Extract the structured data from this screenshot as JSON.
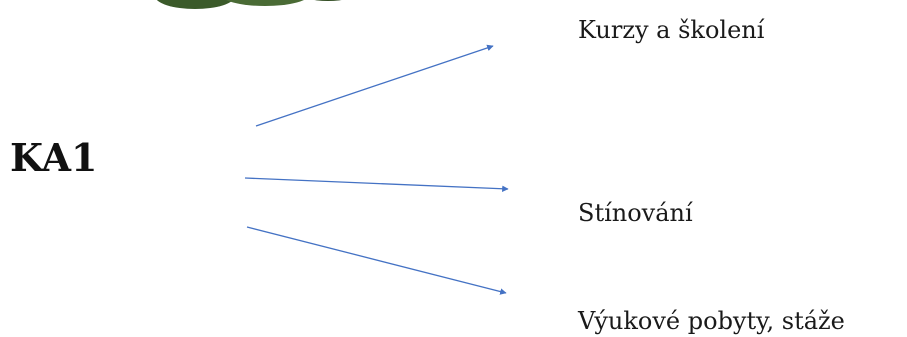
{
  "diagram": {
    "root": {
      "label": "KA1"
    },
    "branches": [
      {
        "label": "Kurzy a školení"
      },
      {
        "label": "Stínování"
      },
      {
        "label": "Výukové pobyty, stáže"
      }
    ],
    "arrow_color": "#4472c4",
    "logo_color": "#3b5a2a"
  }
}
